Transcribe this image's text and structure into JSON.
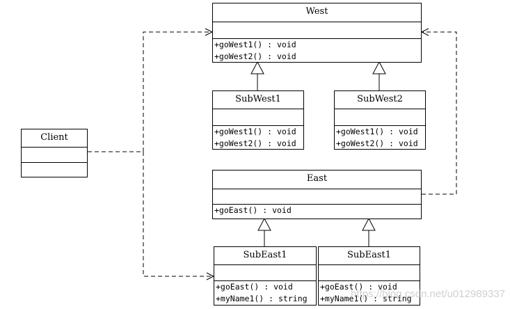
{
  "classes": {
    "west": {
      "name": "West",
      "ops": [
        "+goWest1() : void",
        "+goWest2() : void"
      ]
    },
    "subwest1": {
      "name": "SubWest1",
      "ops": [
        "+goWest1() : void",
        "+goWest2() : void"
      ]
    },
    "subwest2": {
      "name": "SubWest2",
      "ops": [
        "+goWest1() : void",
        "+goWest2() : void"
      ]
    },
    "client": {
      "name": "Client",
      "ops": []
    },
    "east": {
      "name": "East",
      "ops": [
        "+goEast() : void"
      ]
    },
    "subeast1a": {
      "name": "SubEast1",
      "ops": [
        "+goEast() : void",
        "+myName1() : string"
      ]
    },
    "subeast1b": {
      "name": "SubEast1",
      "ops": [
        "+goEast() : void",
        "+myName1() : string"
      ]
    }
  },
  "relations": [
    {
      "type": "dependency",
      "from": "client",
      "to": "west"
    },
    {
      "type": "dependency",
      "from": "client",
      "to": "subeast1a"
    },
    {
      "type": "dependency",
      "from": "east",
      "to": "west"
    },
    {
      "type": "generalization",
      "from": "subwest1",
      "to": "west"
    },
    {
      "type": "generalization",
      "from": "subwest2",
      "to": "west"
    },
    {
      "type": "generalization",
      "from": "subeast1a",
      "to": "east"
    },
    {
      "type": "generalization",
      "from": "subeast1b",
      "to": "east"
    }
  ],
  "watermark": "https://blog.csdn.net/u012989337",
  "colors": {
    "line": "#000000",
    "background": "#ffffff"
  }
}
